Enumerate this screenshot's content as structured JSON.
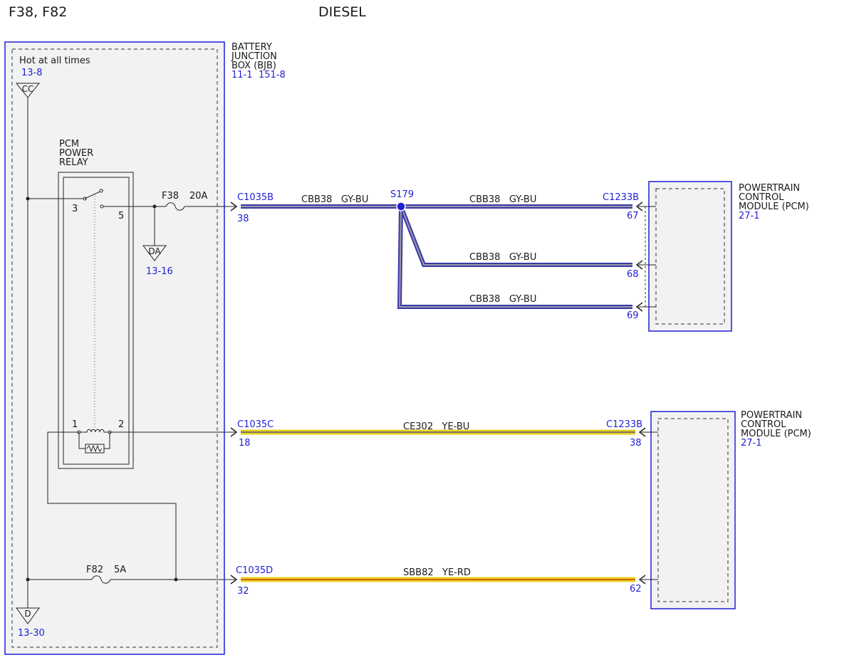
{
  "header": {
    "left_title": "F38, F82",
    "center_title": "DIESEL"
  },
  "colors": {
    "blue_outline": "#1f1fd6",
    "wire_blue": "#3a3aa8",
    "wire_gray": "#9a9aa6",
    "wire_yellow": "#e8d21a",
    "wire_yellow_blue_stripe": "#3a3aa8",
    "wire_yellow_red_stripe": "#c8401a",
    "box_fill": "#f2f2f2"
  },
  "bjb": {
    "label_line1": "BATTERY",
    "label_line2": "JUNCTION",
    "label_line3": "BOX (BJB)",
    "ref1": "11-1",
    "ref2": "151-8",
    "hot_label": "Hot at all times",
    "hot_ref": "13-8",
    "ground_cc": "CC",
    "ground_d": "D",
    "ground_d_ref": "13-30",
    "ground_da": "DA",
    "ground_da_ref": "13-16"
  },
  "relay": {
    "label_line1": "PCM",
    "label_line2": "POWER",
    "label_line3": "RELAY",
    "pin3": "3",
    "pin5": "5",
    "pin1": "1",
    "pin2": "2"
  },
  "fuses": {
    "f38_name": "F38",
    "f38_rating": "20A",
    "f82_name": "F82",
    "f82_rating": "5A"
  },
  "splice": {
    "name": "S179"
  },
  "connectors": {
    "c1035b": "C1035B",
    "c1035b_pin": "38",
    "c1035c": "C1035C",
    "c1035c_pin": "18",
    "c1035d": "C1035D",
    "c1035d_pin": "32",
    "c1233b_top": "C1233B",
    "c1233b_mid": "C1233B",
    "pcm_pin_67": "67",
    "pcm_pin_68": "68",
    "pcm_pin_69": "69",
    "pcm_pin_38": "38",
    "pcm_pin_62": "62"
  },
  "wires": {
    "cbb38_left": "CBB38   GY-BU",
    "cbb38_right1": "CBB38   GY-BU",
    "cbb38_right2": "CBB38   GY-BU",
    "cbb38_right3": "CBB38   GY-BU",
    "ce302": "CE302   YE-BU",
    "sbb82": "SBB82   YE-RD"
  },
  "pcm_top": {
    "line1": "POWERTRAIN",
    "line2": "CONTROL",
    "line3": "MODULE (PCM)",
    "ref": "27-1"
  },
  "pcm_bottom": {
    "line1": "POWERTRAIN",
    "line2": "CONTROL",
    "line3": "MODULE (PCM)",
    "ref": "27-1"
  }
}
